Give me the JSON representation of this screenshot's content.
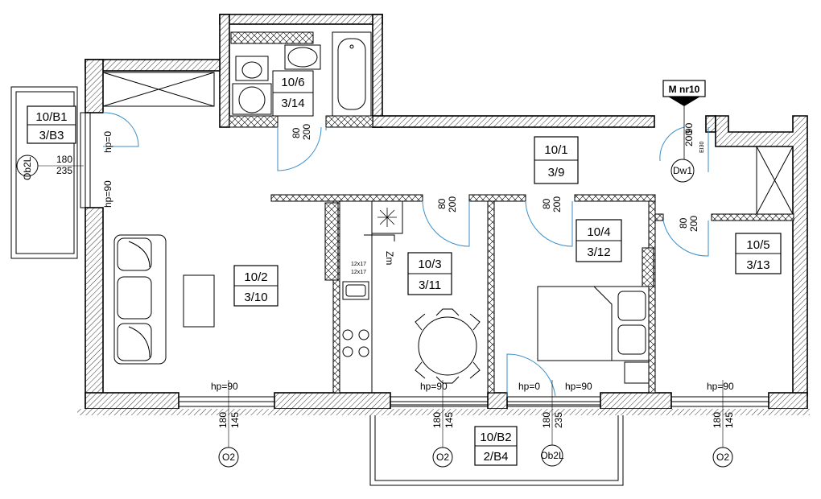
{
  "rooms": [
    {
      "id": "10/1",
      "code": "3/9"
    },
    {
      "id": "10/2",
      "code": "3/10"
    },
    {
      "id": "10/3",
      "code": "3/11"
    },
    {
      "id": "10/4",
      "code": "3/12"
    },
    {
      "id": "10/5",
      "code": "3/13"
    },
    {
      "id": "10/6",
      "code": "3/14"
    },
    {
      "id": "10/B1",
      "code": "3/B3"
    },
    {
      "id": "10/B2",
      "code": "2/B4"
    }
  ],
  "meter": {
    "label": "M nr10"
  },
  "door_openings": {
    "w80": "80",
    "w90": "90",
    "h200": "200"
  },
  "door_codes": {
    "entry": "Dw1",
    "fire_rating": "EI30"
  },
  "sills": {
    "hp0": "hp=0",
    "hp90": "hp=90"
  },
  "window_heights": {
    "h180": "180",
    "h145": "145",
    "h235": "235"
  },
  "window_types": {
    "o2": "O2",
    "ob2l": "Ob2L"
  },
  "kitchen": {
    "zm": "Zm",
    "tile": "12x17"
  },
  "colors": {
    "wall_line": "#000000",
    "door_swing": "#3a8fc8",
    "background": "#ffffff"
  }
}
